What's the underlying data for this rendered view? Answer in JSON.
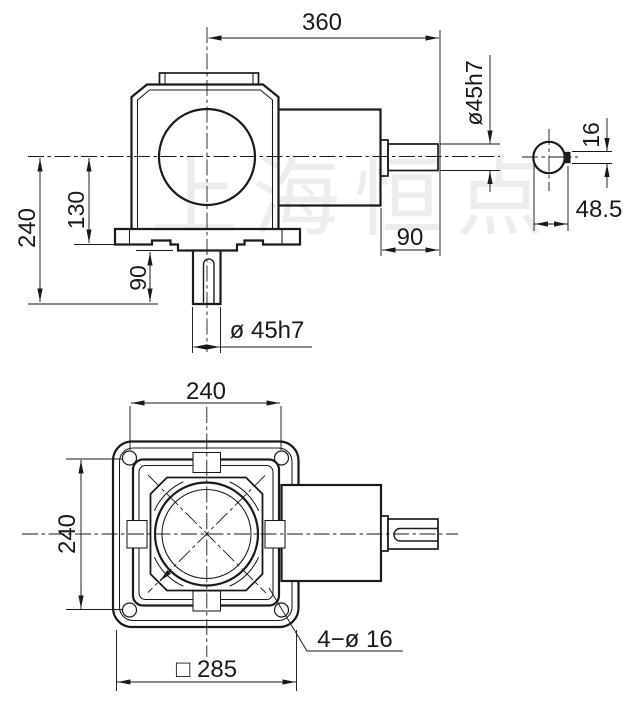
{
  "watermark": {
    "text": "上海恒点"
  },
  "colors": {
    "line": "#1a1a1a",
    "background": "#ffffff",
    "watermark": "#ededed"
  },
  "dims": {
    "top_width": "360",
    "input_shaft_dia": "ø45h7",
    "key_height": "16",
    "key_flat": "48.5",
    "input_shaft_len": "90",
    "axis_to_base": "130",
    "axis_to_shaft_end": "240",
    "output_shaft_len": "90",
    "output_shaft_dia": "ø 45h7",
    "bolt_spacing_h": "240",
    "bolt_spacing_v": "240",
    "bolt_holes": "4−ø 16",
    "flange_square": "□ 285"
  }
}
